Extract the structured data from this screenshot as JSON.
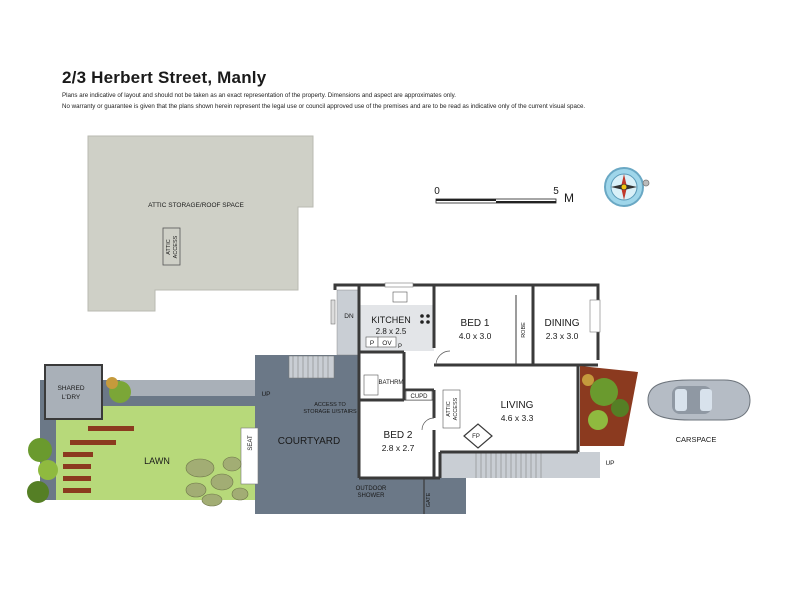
{
  "header": {
    "title": "2/3 Herbert Street, Manly",
    "disclaimer_1": "Plans are indicative of layout and should not be taken as an exact representation of the property. Dimensions and aspect are approximates only.",
    "disclaimer_2": "No warranty or guarantee is given that the plans shown herein represent the legal use or council approved use of the premises and are to be read as indicative only of the current visual space."
  },
  "scale_bar": {
    "start": "0",
    "end": "5",
    "unit": "M"
  },
  "colors": {
    "wall": "#3a3a3a",
    "attic_fill": "#cfd0c7",
    "courtyard_fill": "#6b7887",
    "lawn_fill": "#b7d97a",
    "deck": "#8b3a1f",
    "stair_fill": "#c9ced4",
    "grey_fill": "#a9b0b8"
  },
  "rooms": {
    "attic": {
      "name": "ATTIC STORAGE/ROOF SPACE",
      "access": "ATTIC",
      "access2": "ACCESS"
    },
    "kitchen": {
      "name": "KITCHEN",
      "dims": "2.8 x 2.5"
    },
    "bed1": {
      "name": "BED 1",
      "dims": "4.0 x 3.0"
    },
    "dining": {
      "name": "DINING",
      "dims": "2.3 x 3.0"
    },
    "living": {
      "name": "LIVING",
      "dims": "4.6 x 3.3"
    },
    "bed2": {
      "name": "BED 2",
      "dims": "2.8 x 2.7"
    },
    "courtyard": {
      "name": "COURTYARD"
    },
    "lawn": {
      "name": "LAWN"
    },
    "laundry": {
      "name": "SHARED",
      "name2": "L'DRY"
    }
  },
  "labels": {
    "dn": "DN",
    "up_left": "UP",
    "up_right": "UP",
    "p1": "P",
    "ov": "OV",
    "p2": "P",
    "robe": "ROBE",
    "bathrm": "BATHRM",
    "cupd": "CUPD",
    "attic_access_1": "ATTIC",
    "attic_access_2": "ACCESS",
    "fp": "FP",
    "storage_1": "ACCESS TO",
    "storage_2": "STORAGE U/STAIRS",
    "seat": "SEAT",
    "outdoor_1": "OUTDOOR",
    "outdoor_2": "SHOWER",
    "gate": "GATE",
    "carspace": "CARSPACE"
  },
  "icons": {
    "compass": "compass-icon",
    "car": "car-icon"
  }
}
